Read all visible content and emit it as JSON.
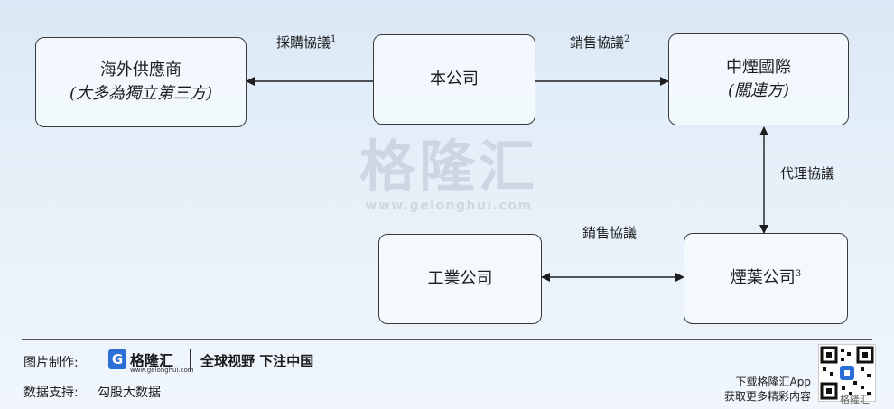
{
  "nodes": {
    "overseas": {
      "line1": "海外供應商",
      "line2": "(大多為獨立第三方)"
    },
    "company": {
      "line1": "本公司"
    },
    "cti": {
      "line1": "中煙國際",
      "line2": "(關連方)"
    },
    "industrial": {
      "line1": "工業公司"
    },
    "tobacco_leaf": {
      "line1": "煙葉公司",
      "note": "3"
    }
  },
  "edges": {
    "purchase": {
      "label": "採購協議",
      "note": "1"
    },
    "sales_cti": {
      "label": "銷售協議",
      "note": "2"
    },
    "agency": {
      "label": "代理協議"
    },
    "sales_industrial": {
      "label": "銷售協議"
    }
  },
  "watermark": {
    "brand": "格隆汇",
    "url": "www.gelonghui.com"
  },
  "footer": {
    "credit_label": "图片制作:",
    "logo_letter": "G",
    "logo_name": "格隆汇",
    "logo_url": "www.gelonghui.com",
    "slogan": "全球视野 下注中国",
    "data_label": "数据支持:",
    "data_source": "勾股大数据",
    "promo_line1": "下载格隆汇App",
    "promo_line2": "获取更多精彩内容",
    "qr_brand": "格隆汇"
  },
  "colors": {
    "line": "#1e1e1e",
    "accent": "#2b6fd6"
  }
}
